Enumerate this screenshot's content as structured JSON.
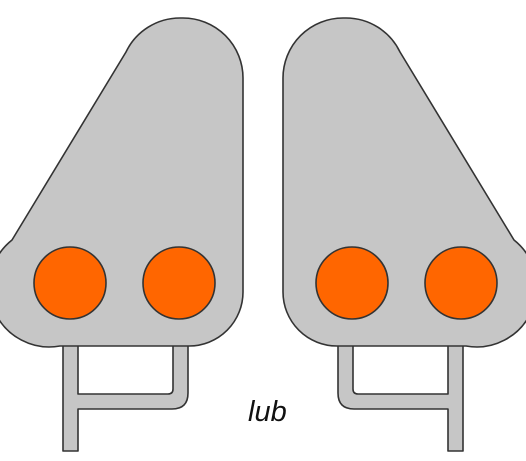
{
  "caption": "lub",
  "colors": {
    "background": "#ffffff",
    "signal_body": "#c6c6c6",
    "outline": "#333333",
    "lamp_lit": "#ff6600"
  },
  "signals": [
    {
      "name": "left-signal",
      "orientation": "left",
      "lamps": [
        {
          "name": "lamp-outer",
          "state": "lit"
        },
        {
          "name": "lamp-inner",
          "state": "lit"
        }
      ]
    },
    {
      "name": "right-signal",
      "orientation": "right",
      "lamps": [
        {
          "name": "lamp-inner",
          "state": "lit"
        },
        {
          "name": "lamp-outer",
          "state": "lit"
        }
      ]
    }
  ]
}
